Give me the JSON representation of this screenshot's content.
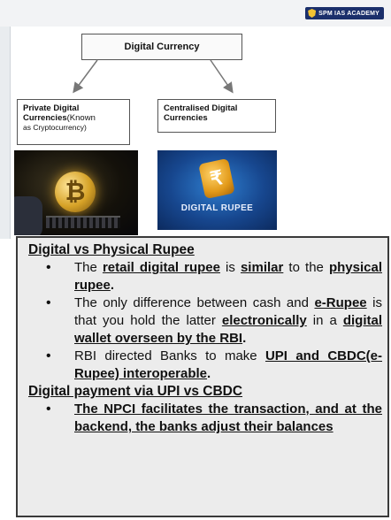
{
  "header": {
    "logo_text": "SPM IAS ACADEMY"
  },
  "diagram": {
    "root": "Digital Currency",
    "left": {
      "line1": "Private Digital",
      "line2": "Currencies",
      "line2_tail": "(Known",
      "line3": "as Cryptocurrency)"
    },
    "right": {
      "line1": "Centralised Digital",
      "line2": "Currencies"
    },
    "left_image_symbol": "₿",
    "right_image_symbol": "₹",
    "right_image_label": "DIGITAL RUPEE"
  },
  "panel": {
    "heading1": "Digital vs Physical Rupee",
    "b1": {
      "p1": "The ",
      "u1": "retail digital rupee",
      "p2": " is ",
      "u2": "similar",
      "p3": " to the ",
      "u3": "physical rupee",
      "p4": "."
    },
    "b2": {
      "p1": "The only difference between cash and ",
      "u1": "e-Rupee",
      "p2": " is that you hold the latter ",
      "u2": "electronically",
      "p3": " in a ",
      "u3": "digital wallet overseen by the RBI",
      "p4": "."
    },
    "b3": {
      "p1": "RBI directed Banks to make ",
      "u1": "UPI and CBDC(e-Rupee) interoperable",
      "p2": "."
    },
    "heading2": "Digital payment via UPI vs CBDC",
    "b4": {
      "u1": "The NPCI facilitates the transaction, and at the backend, the banks adjust their balances"
    }
  }
}
